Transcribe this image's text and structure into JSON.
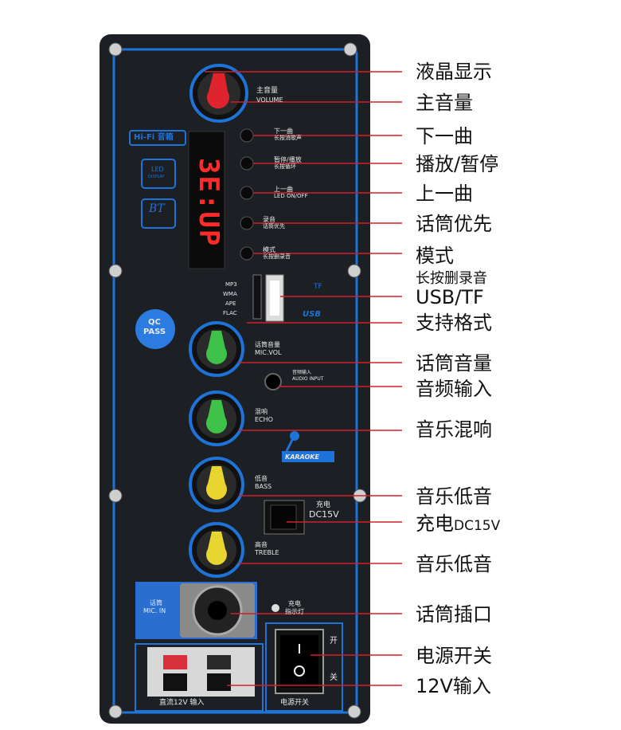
{
  "labels": {
    "lcd": "液晶显示",
    "volume": "主音量",
    "next": "下一曲",
    "play_pause": "播放/暂停",
    "prev": "上一曲",
    "mic_priority": "话筒优先",
    "mode": "模式",
    "mode_sub": "长按删录音",
    "usb_tf": "USB/TF",
    "formats": "支持格式",
    "mic_volume": "话筒音量",
    "audio_input": "音频输入",
    "echo": "音乐混响",
    "bass": "音乐低音",
    "charge_main": "充电",
    "charge_suffix": "DC15V",
    "treble": "音乐低音",
    "mic_jack": "话筒插口",
    "power_switch": "电源开关",
    "input_12v": "12V输入"
  },
  "panel": {
    "volume_cn": "主音量",
    "volume_en": "VOLUME",
    "hifi": "Hi-Fi",
    "hifi_cn": "音箱",
    "next_cn": "下一曲",
    "next_sub": "长按消歌声",
    "play_cn": "暂停/播放",
    "play_sub": "长按循环",
    "prev_cn": "上一曲",
    "prev_sub": "LED ON/OFF",
    "rec_cn": "录音",
    "rec_sub": "话筒优先",
    "mode_cn": "模式",
    "mode_sub": "长按删录音",
    "led_badge": "LED",
    "led_sub": "DISPLAY",
    "bt_badge": "BT",
    "lcd_text": "3E:UP",
    "formats": [
      "MP3",
      "WMA",
      "APE",
      "FLAC"
    ],
    "tf": "TF",
    "usb_logo": "USB",
    "qc": "QC",
    "pass": "PASS",
    "micvol_cn": "话筒音量",
    "micvol_en": "MIC.VOL",
    "audio_cn": "音频输入",
    "audio_en": "AUDIO INPUT",
    "echo_cn": "混响",
    "echo_en": "ECHO",
    "karaoke": "KARAOKE",
    "bass_cn": "低音",
    "bass_en": "BASS",
    "charge_cn": "充电",
    "charge_v": "DC15V",
    "treble_cn": "高音",
    "treble_en": "TREBLE",
    "mic_cn": "话筒",
    "mic_en": "MIC. IN",
    "charge_ind_cn": "充电",
    "charge_ind_sub": "指示灯",
    "on": "开",
    "off": "关",
    "input_label": "直流12V 输入",
    "power_label": "电源开关"
  },
  "colors": {
    "panel": "#1c1f24",
    "accent_blue": "#1e73d8",
    "red_knob": "#e0242e",
    "green_knob": "#3fc24a",
    "yellow_knob": "#e8d530",
    "callout_line": "#d0202a"
  }
}
